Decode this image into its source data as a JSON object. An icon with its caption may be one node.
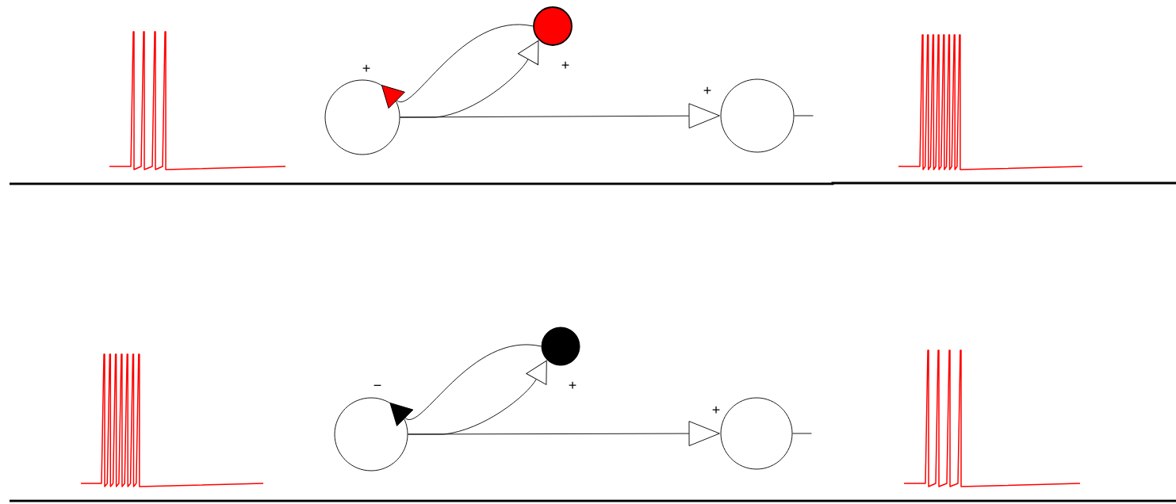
{
  "diagram": {
    "nodes": [
      {
        "text": [],
        "shape": "circle"
      },
      {
        "text": [],
        "shape": "circle"
      },
      {
        "text": [],
        "shape": "circle"
      },
      {
        "text": [],
        "shape": "circle"
      },
      {
        "text": [],
        "shape": "circle"
      },
      {
        "text": [],
        "shape": "circle"
      }
    ],
    "edges": [
      {
        "from": 0,
        "to": 1,
        "arrow": "to",
        "label": "+"
      },
      {
        "from": 1,
        "to": 0,
        "arrow": "to",
        "label": "+"
      },
      {
        "from": 0,
        "to": 2,
        "arrow": "to",
        "label": "+"
      },
      {
        "from": 2,
        "to": null,
        "arrow": "none"
      },
      {
        "from": 3,
        "to": 4,
        "arrow": "to",
        "label": "+"
      },
      {
        "from": 4,
        "to": 3,
        "arrow": "to",
        "label": "−"
      },
      {
        "from": 3,
        "to": 5,
        "arrow": "to",
        "label": "+"
      },
      {
        "from": 5,
        "to": null,
        "arrow": "none"
      }
    ]
  }
}
